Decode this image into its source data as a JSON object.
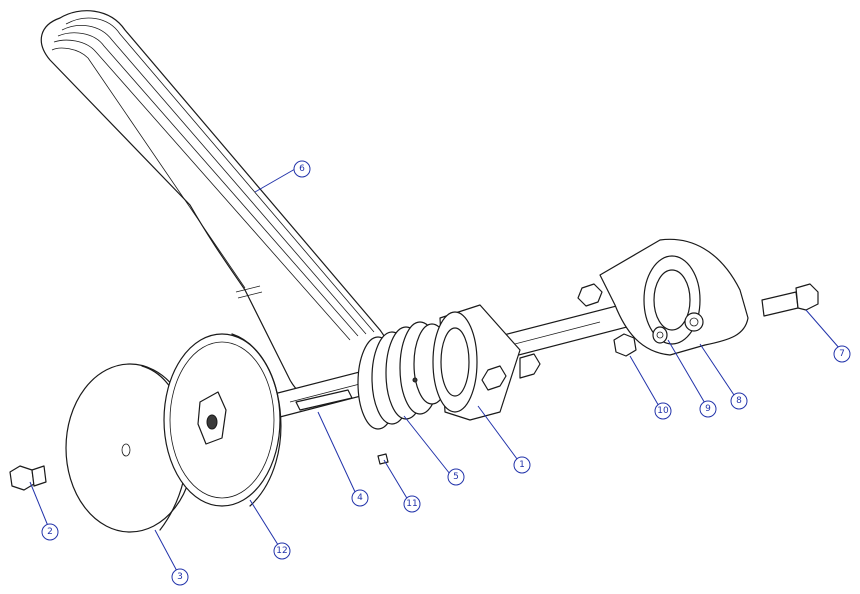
{
  "balloons": [
    {
      "id": "b1",
      "label": "1"
    },
    {
      "id": "b2",
      "label": "2"
    },
    {
      "id": "b3",
      "label": "3"
    },
    {
      "id": "b4",
      "label": "4"
    },
    {
      "id": "b5",
      "label": "5"
    },
    {
      "id": "b6",
      "label": "6"
    },
    {
      "id": "b7",
      "label": "7"
    },
    {
      "id": "b8",
      "label": "8"
    },
    {
      "id": "b9",
      "label": "9"
    },
    {
      "id": "b10",
      "label": "10"
    },
    {
      "id": "b11",
      "label": "11"
    },
    {
      "id": "b12",
      "label": "12"
    }
  ],
  "colors": {
    "leader": "#2233aa",
    "line": "#1a1a1a"
  }
}
